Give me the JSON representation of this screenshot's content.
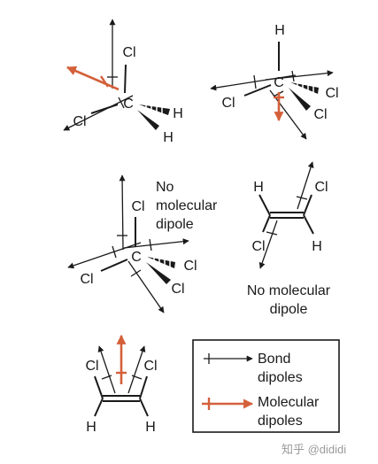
{
  "colors": {
    "ink": "#1a1a1a",
    "molecular_dipole": "#d4603a",
    "watermark": "#9a9a9a",
    "background": "#ffffff"
  },
  "ch2cl2": {
    "atoms": {
      "c": "C",
      "cl1": "Cl",
      "cl2": "Cl",
      "h1": "H",
      "h2": "H"
    }
  },
  "chcl3": {
    "atoms": {
      "h": "H",
      "c": "C",
      "cl1": "Cl",
      "cl2": "Cl",
      "cl3": "Cl"
    }
  },
  "ccl4": {
    "atoms": {
      "c": "C",
      "cl1": "Cl",
      "cl2": "Cl",
      "cl3": "Cl",
      "cl4": "Cl"
    },
    "caption": [
      "No",
      "molecular",
      "dipole"
    ]
  },
  "trans_dichloroethene": {
    "atoms": {
      "h1": "H",
      "cl1": "Cl",
      "cl2": "Cl",
      "h2": "H"
    },
    "caption": [
      "No molecular",
      "dipole"
    ]
  },
  "cis_dichloroethene": {
    "atoms": {
      "cl1": "Cl",
      "cl2": "Cl",
      "h1": "H",
      "h2": "H"
    }
  },
  "legend": {
    "bond_dipoles": [
      "Bond",
      "dipoles"
    ],
    "molecular_dipoles": [
      "Molecular",
      "dipoles"
    ]
  },
  "watermark": "知乎 @dididi"
}
